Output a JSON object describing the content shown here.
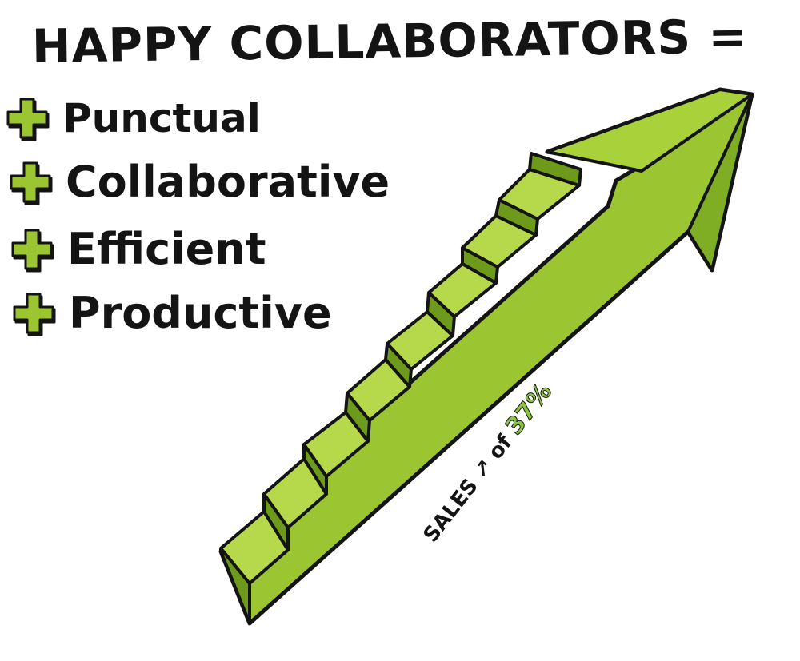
{
  "title": "HAPPY COLLABORATORS =",
  "benefits": [
    {
      "label": "Punctual",
      "icon": "plus-icon"
    },
    {
      "label": "Collaborative",
      "icon": "plus-icon"
    },
    {
      "label": "Efficient",
      "icon": "plus-icon"
    },
    {
      "label": "Productive",
      "icon": "plus-icon"
    }
  ],
  "annotation": {
    "sales_label": "SALES",
    "up_symbol": "↗",
    "of_label": "of",
    "percent": "37%"
  },
  "colors": {
    "arrow_green": "#9cc631",
    "arrow_dark_green": "#6e9a1c",
    "step_light": "#b5d94a",
    "outline": "#141414"
  }
}
